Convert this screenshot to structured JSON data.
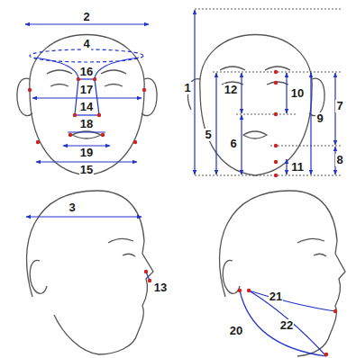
{
  "diagram": {
    "labels": [
      "2",
      "4",
      "16",
      "17",
      "14",
      "18",
      "19",
      "15",
      "1",
      "12",
      "10",
      "7",
      "9",
      "5",
      "6",
      "8",
      "11",
      "3",
      "13",
      "21",
      "20",
      "22"
    ]
  }
}
